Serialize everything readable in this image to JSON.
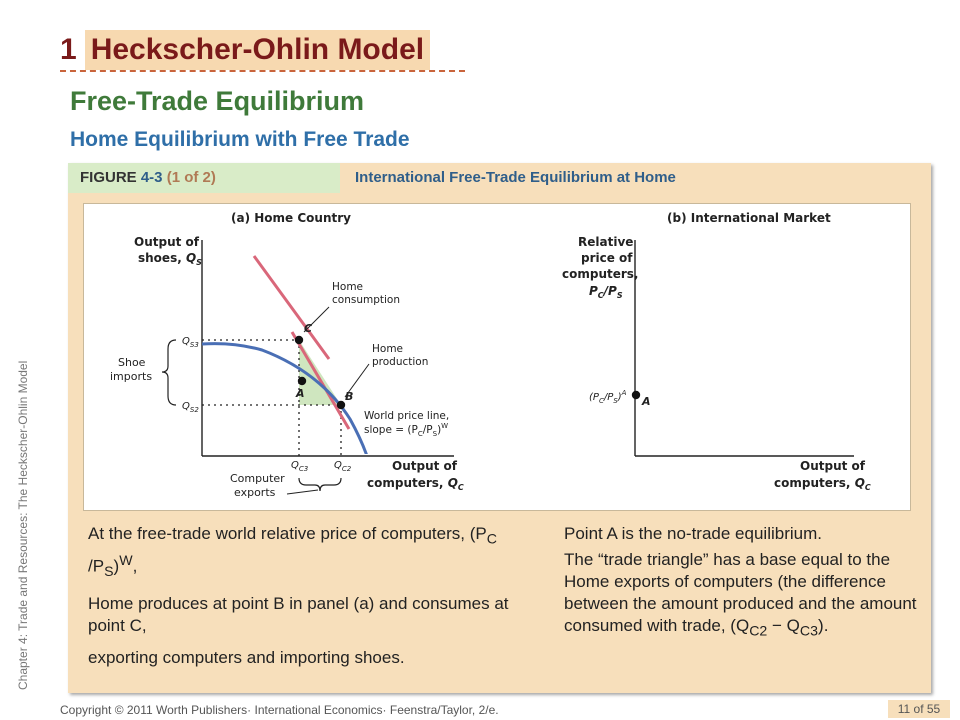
{
  "side_caption": "Chapter 4: Trade and Resources: The Heckscher-Ohlin Model",
  "header": {
    "number": "1",
    "title": "Heckscher-Ohlin Model"
  },
  "section_title": "Free-Trade Equilibrium",
  "subsection_title": "Home Equilibrium with Free Trade",
  "figure": {
    "tab": {
      "figure_word": "FIGURE",
      "number": "4-3",
      "part": "(1 of 2)"
    },
    "caption": "International Free-Trade Equilibrium at Home",
    "panel_a": {
      "title": "(a) Home Country",
      "y_label_1": "Output of",
      "y_label_2": "shoes,",
      "y_label_var": "Q",
      "y_label_sub": "S",
      "x_label_1": "Output of",
      "x_label_2": "computers,",
      "x_label_var": "Q",
      "x_label_sub": "C",
      "ann_home_consumption_1": "Home",
      "ann_home_consumption_2": "consumption",
      "ann_home_production_1": "Home",
      "ann_home_production_2": "production",
      "ann_world_price_1": "World price line,",
      "ann_world_price_2": "slope = (P",
      "ann_world_price_sub1": "C",
      "ann_world_price_mid": "/P",
      "ann_world_price_sub2": "S",
      "ann_world_price_end": ")",
      "ann_world_price_sup": "W",
      "shoe_imports_1": "Shoe",
      "shoe_imports_2": "imports",
      "computer_exports_1": "Computer",
      "computer_exports_2": "exports",
      "q_s3": "Q",
      "q_s3_sub": "S3",
      "q_s2": "Q",
      "q_s2_sub": "S2",
      "q_c3": "Q",
      "q_c3_sub": "C3",
      "q_c2": "Q",
      "q_c2_sub": "C2",
      "point_c": "C",
      "point_a": "A",
      "point_b": "B"
    },
    "panel_b": {
      "title": "(b) International Market",
      "y_label_1": "Relative",
      "y_label_2": "price of",
      "y_label_3": "computers,",
      "y_label_var": "P",
      "y_label_sub1": "C",
      "y_label_mid": "/P",
      "y_label_sub2": "S",
      "x_label_1": "Output of",
      "x_label_2": "computers,",
      "x_label_var": "Q",
      "x_label_sub": "C",
      "price_label": "(P",
      "price_sub1": "C",
      "price_mid": "/P",
      "price_sub2": "S",
      "price_end": ")",
      "price_sup": "A",
      "point_a": "A"
    },
    "colors": {
      "ppf": "#4a6fb5",
      "price_line": "#d9677a",
      "trade_triangle": "#cfe6bf"
    }
  },
  "body_left": {
    "p1_a": "At the free-trade world relative price of computers, (P",
    "p1_sub1": "C",
    "p1_mid": " /P",
    "p1_sub2": "S",
    "p1_end": ")",
    "p1_sup": "W",
    "p1_tail": ",",
    "p2": "Home produces at point B in panel (a) and consumes at point C,",
    "p3": "exporting computers and importing shoes."
  },
  "body_right": {
    "p1": "Point A is the no-trade equilibrium.",
    "p2_a": "The “trade triangle” has a base equal to the Home exports of computers (the difference between the amount produced and the amount consumed with trade, (Q",
    "p2_sub1": "C2",
    "p2_mid": " − Q",
    "p2_sub2": "C3",
    "p2_end": ")."
  },
  "footer": {
    "copyright": "Copyright © 2011 Worth Publishers· International Economics· Feenstra/Taylor, 2/e.",
    "page": "11 of 55"
  }
}
